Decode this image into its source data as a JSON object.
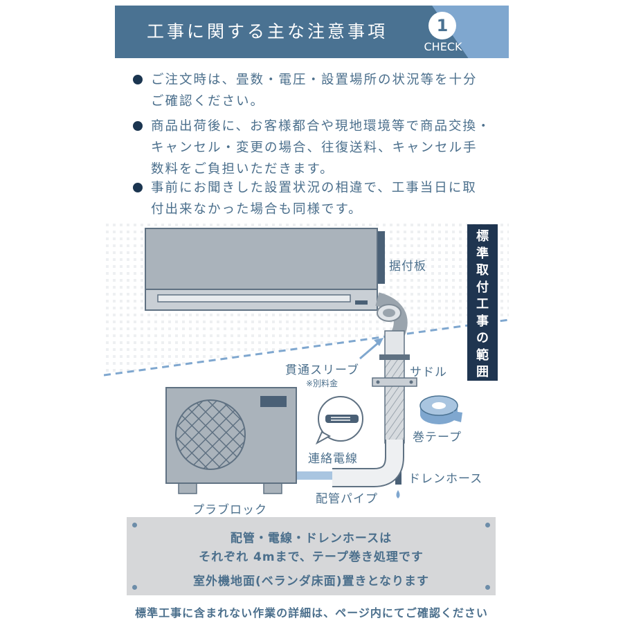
{
  "header": {
    "title": "工事に関する主な注意事項",
    "check_number": "1",
    "check_label": "CHECK"
  },
  "notices": [
    {
      "lines": [
        "ご注文時は、畳数・電圧・設置場所の状況等を十分",
        "ご確認ください。"
      ]
    },
    {
      "lines": [
        "商品出荷後に、お客様都合や現地環境等で商品交換・",
        "キャンセル・変更の場合、往復送料、キャンセル手",
        "数料をご負担いただきます。"
      ]
    },
    {
      "lines": [
        "事前にお聞きした設置状況の相違で、工事当日に取",
        "付出来なかった場合も同様です。"
      ]
    }
  ],
  "diagram": {
    "scope_label": "標準取付工事の範囲",
    "labels": {
      "mounting_plate": "据付板",
      "sleeve": "貫通スリーブ",
      "sleeve_note": "※別料金",
      "saddle": "サドル",
      "tape": "巻テープ",
      "wire": "連絡電線",
      "drain_hose": "ドレンホース",
      "pipe": "配管パイプ",
      "block": "プラブロック"
    }
  },
  "spec": {
    "line1": "配管・電線・ドレンホースは",
    "line2": "それぞれ 4mまで、テープ巻き処理です",
    "line3": "室外機地面(ベランダ床面)置きとなります"
  },
  "footer": {
    "note": "標準工事に含まれない作業の詳細は、ページ内にてご確認ください"
  },
  "colors": {
    "header_bg": "#4a7292",
    "check_tab": "#7fa7cf",
    "scope_label_bg": "#1f3550",
    "text": "#4b6f8c",
    "unit_gray": "#8d9aa5",
    "spec_box": "#d6d7d9"
  }
}
